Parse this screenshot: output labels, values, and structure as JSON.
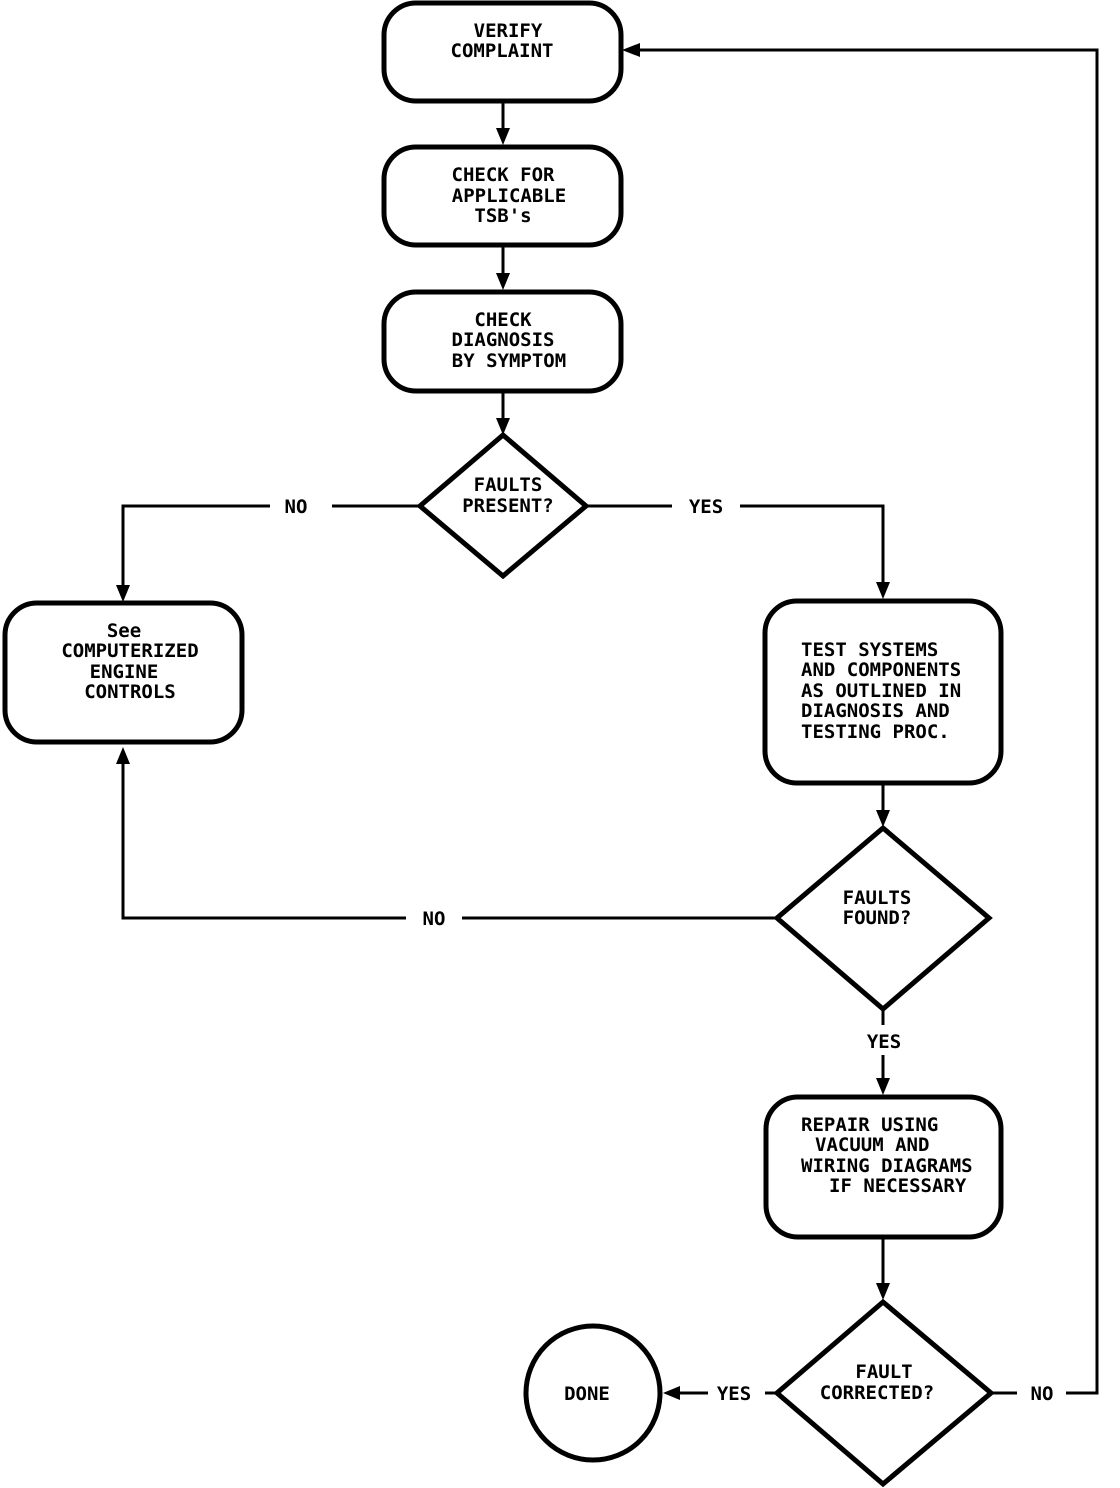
{
  "nodes": {
    "verify": [
      "VERIFY",
      "COMPLAINT"
    ],
    "tsb": [
      "CHECK FOR",
      "APPLICABLE",
      "TSB's"
    ],
    "symptom": [
      "CHECK",
      "DIAGNOSIS",
      "BY SYMPTOM"
    ],
    "faults_present": [
      "FAULTS",
      "PRESENT?"
    ],
    "see_controls": [
      "See",
      "COMPUTERIZED",
      "ENGINE",
      "CONTROLS"
    ],
    "test_systems": [
      "TEST SYSTEMS",
      "AND COMPONENTS",
      "AS OUTLINED IN",
      "DIAGNOSIS AND",
      "TESTING PROC."
    ],
    "faults_found": [
      "FAULTS",
      "FOUND?"
    ],
    "repair": [
      "REPAIR USING",
      "VACUUM AND",
      "WIRING DIAGRAMS",
      "IF NECESSARY"
    ],
    "fault_corrected": [
      "FAULT",
      "CORRECTED?"
    ],
    "done": [
      "DONE"
    ]
  },
  "edge_labels": {
    "present_no": "NO",
    "present_yes": "YES",
    "found_no": "NO",
    "found_yes": "YES",
    "corrected_yes": "YES",
    "corrected_no": "NO"
  }
}
